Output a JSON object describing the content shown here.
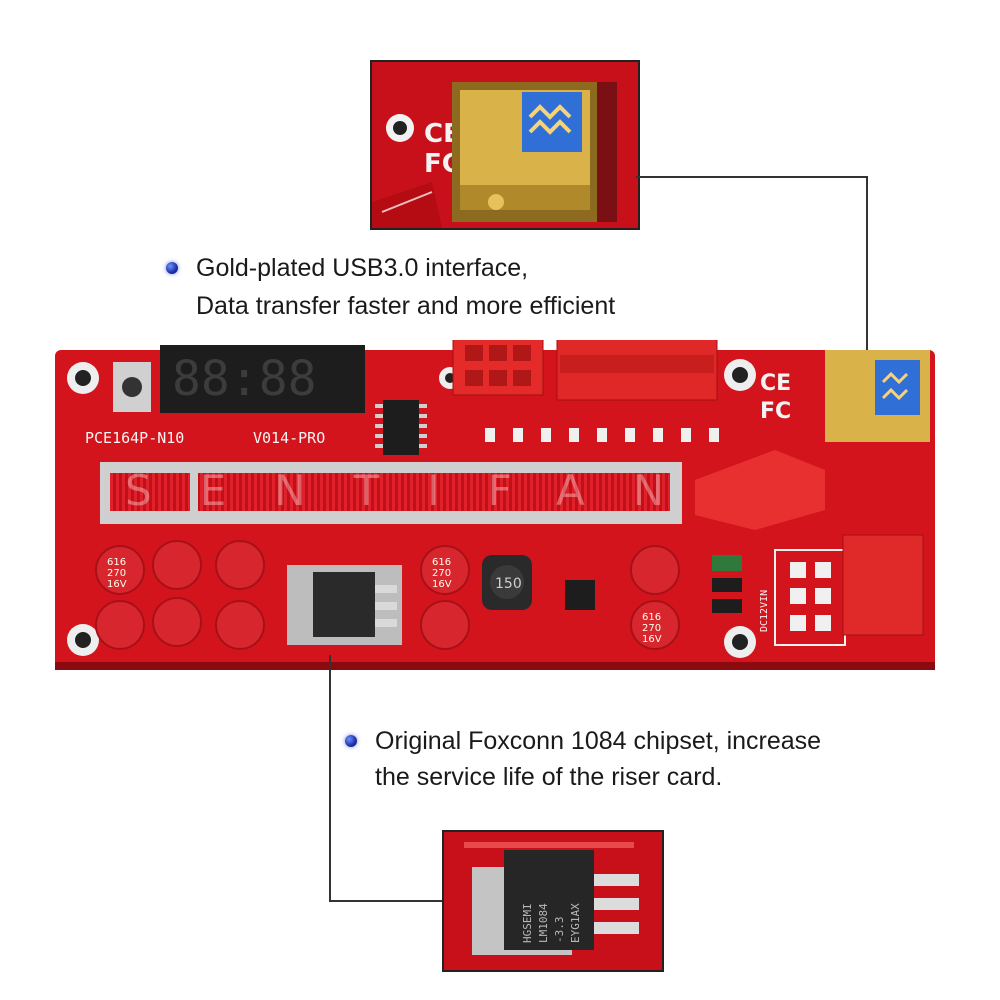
{
  "features": [
    {
      "line1": "Gold-plated USB3.0 interface,",
      "line2": "Data transfer faster and more efficient"
    },
    {
      "line1": "Original Foxconn 1084 chipset, increase",
      "line2": "the service life of the riser card."
    }
  ],
  "board": {
    "model": "PCE164P-N10",
    "version": "V014-PRO",
    "display": "88:88",
    "watermark": "SENTIFANG",
    "regulator_lines": [
      "HGSEMI",
      "LM1084",
      "-3.3",
      "EYG1AX"
    ],
    "inductor_label": "150",
    "capacitor_label": [
      "616",
      "270",
      "16V"
    ],
    "connector_label": "DC12VIN",
    "cert_marks": [
      "CE",
      "FC"
    ]
  },
  "colors": {
    "pcb": "#d4141c",
    "gold": "#d9b24a",
    "usb_blue": "#2f6fd6",
    "slot": "#c9c9c9"
  }
}
